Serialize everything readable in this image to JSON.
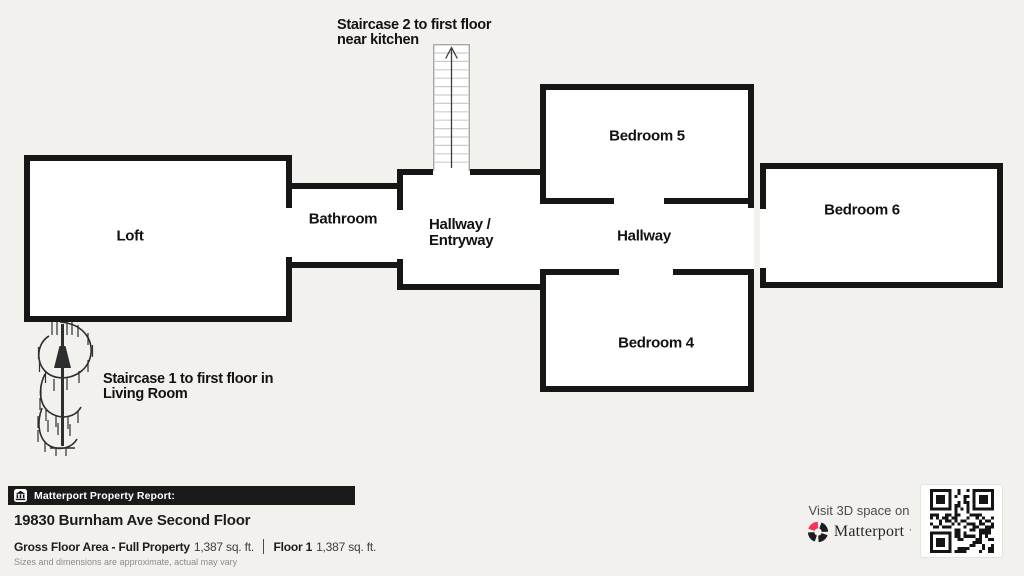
{
  "colors": {
    "background": "#f2f1ee",
    "wall": "#161616",
    "footer_bar": "#1a1a1a",
    "accent_red": "#ff3158"
  },
  "plan": {
    "rooms": {
      "loft": "Loft",
      "bathroom": "Bathroom",
      "hallway_entryway": "Hallway /\nEntryway",
      "bedroom5": "Bedroom 5",
      "hallway": "Hallway",
      "bedroom4": "Bedroom 4",
      "bedroom6": "Bedroom 6"
    },
    "annotations": {
      "staircase2": "Staircase 2 to first floor\nnear kitchen",
      "staircase1": "Staircase 1 to first floor in\nLiving Room"
    }
  },
  "footer": {
    "report_label": "Matterport Property Report:",
    "address": "19830 Burnham Ave Second Floor",
    "gross_area_label": "Gross Floor Area - Full Property",
    "gross_area_value": "1,387 sq. ft.",
    "floor_label": "Floor 1",
    "floor_value": "1,387 sq. ft.",
    "disclaimer": "Sizes and dimensions are approximate, actual may vary"
  },
  "cta": {
    "visit_text": "Visit 3D space on",
    "brand": "Matterport",
    "tm_mark": "’"
  }
}
